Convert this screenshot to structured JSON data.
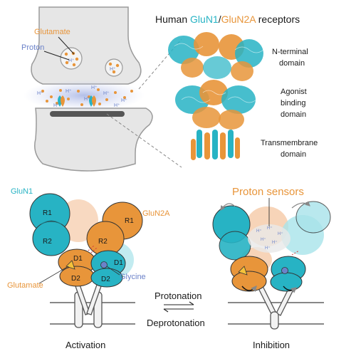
{
  "title": {
    "prefix": "Human ",
    "glun1": "GluN1",
    "slash": "/",
    "glun2a": "GluN2A",
    "suffix": " receptors"
  },
  "synapse": {
    "glutamate_label": "Glutamate",
    "proton_label": "Proton",
    "proton_symbol": "H⁺"
  },
  "domains": {
    "n_terminal": [
      "N-terminal",
      "domain"
    ],
    "agonist_binding": [
      "Agonist",
      "binding",
      "domain"
    ],
    "transmembrane": [
      "Transmembrane",
      "domain"
    ]
  },
  "receptor_left": {
    "glun1_label": "GluN1",
    "glun2a_label": "GluN2A",
    "r1_a": "R1",
    "r2_a": "R2",
    "r1_b": "R1",
    "r2_b": "R2",
    "d1_a": "D1",
    "d2_a": "D2",
    "d1_b": "D1",
    "d2_b": "D2",
    "glutamate_label": "Glutamate",
    "glycine_label": "Glycine",
    "state_label": "Activation"
  },
  "receptor_right": {
    "proton_sensors_label": "Proton sensors",
    "state_label": "Inhibition"
  },
  "transition": {
    "forward": "Protonation",
    "reverse": "Deprotonation"
  },
  "colors": {
    "teal": "#27b3c4",
    "orange": "#e8953a",
    "proton_blue": "#6b82c9"
  }
}
